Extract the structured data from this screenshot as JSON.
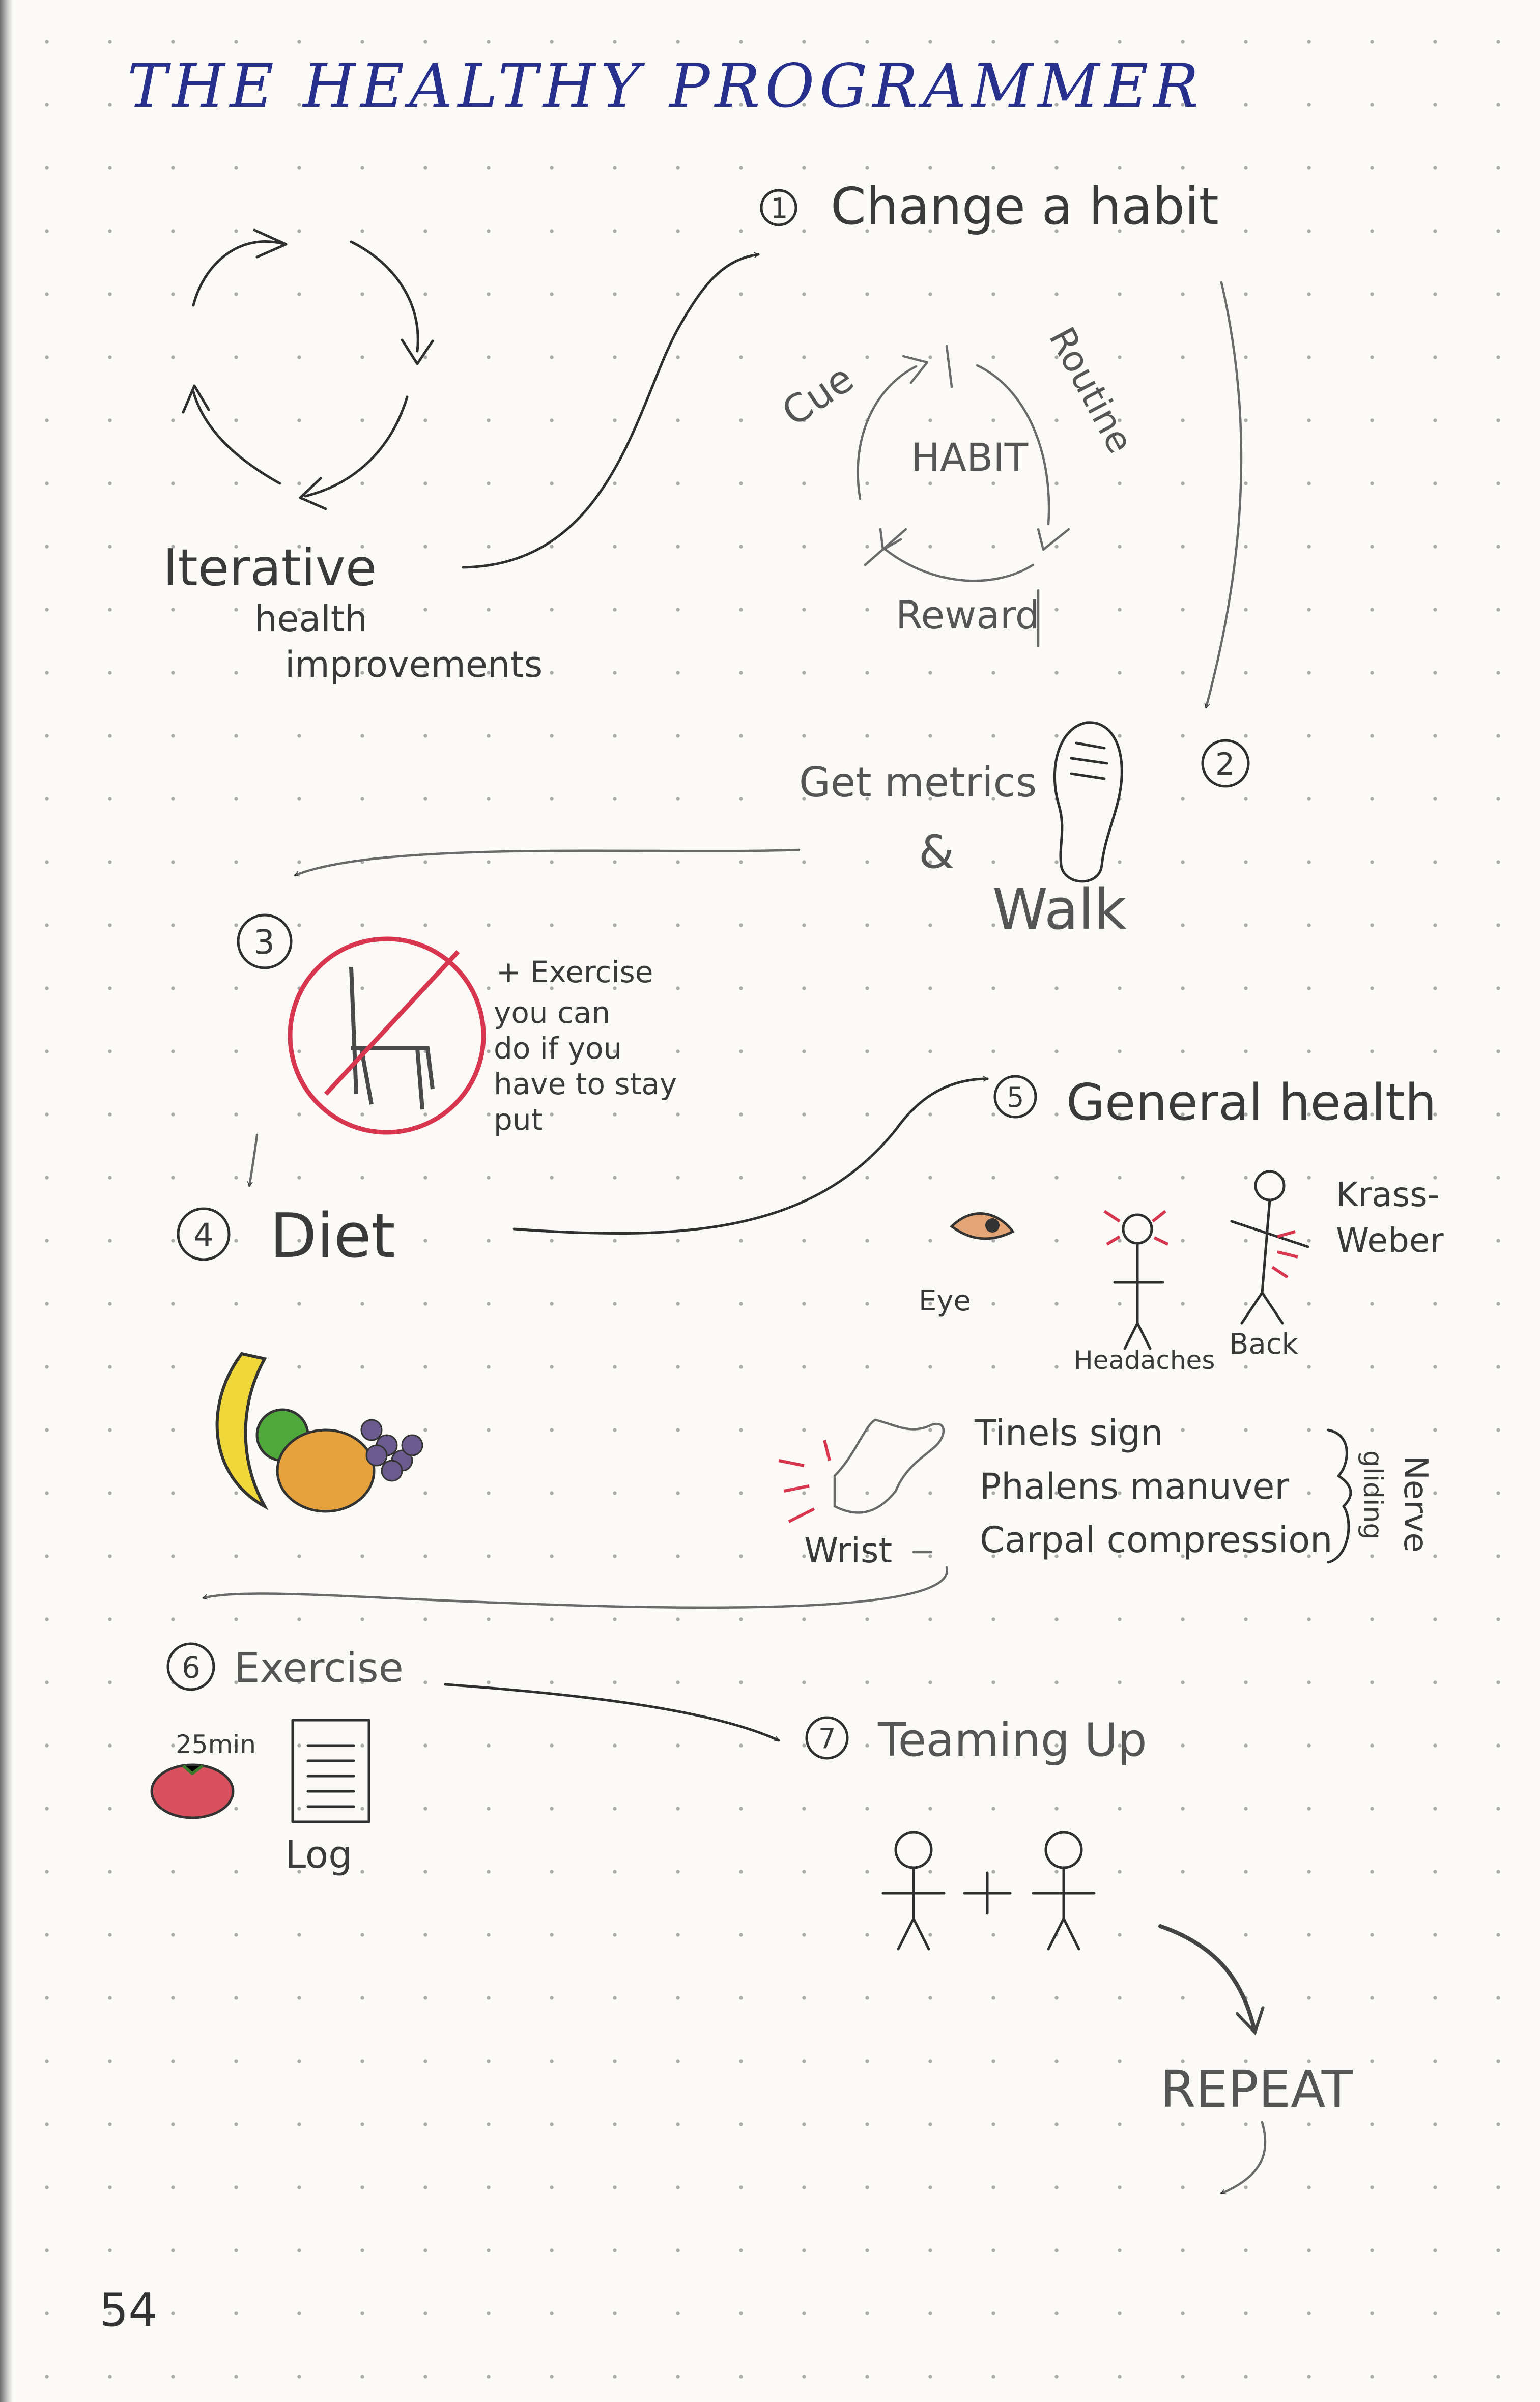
{
  "title": "THE HEALTHY PROGRAMMER",
  "page_number": "54",
  "loop": {
    "line1": "Iterative",
    "line2": "health",
    "line3": "improvements"
  },
  "steps": {
    "s1": {
      "number": "1",
      "label": "Change a habit"
    },
    "s2": {
      "number": "2"
    },
    "s3": {
      "number": "3"
    },
    "s4": {
      "number": "4",
      "label": "Diet"
    },
    "s5": {
      "number": "5",
      "label": "General health"
    },
    "s6": {
      "number": "6",
      "label": "Exercise"
    },
    "s7": {
      "number": "7",
      "label": "Teaming Up"
    }
  },
  "habit_loop": {
    "center": "HABIT",
    "cue": "Cue",
    "routine": "Routine",
    "reward": "Reward"
  },
  "walk": {
    "metrics_line1": "Get metrics",
    "metrics_line2": "&",
    "walk": "Walk"
  },
  "standing": {
    "line1": "+ Exercise",
    "line2": "you can",
    "line3": "do if you",
    "line4": "have to stay",
    "line5": "put"
  },
  "general_health": {
    "eye": "Eye",
    "headaches": "Headaches",
    "back": "Back",
    "krass": "Krass-",
    "weber": "Weber",
    "wrist": "Wrist",
    "tinels": "Tinels sign",
    "phalens": "Phalens manuver",
    "carpal": "Carpal compression",
    "nerve_line1": "Nerve",
    "nerve_line2": "gliding"
  },
  "exercise": {
    "timer": "25min",
    "log": "Log"
  },
  "repeat": "REPEAT",
  "colors": {
    "title_ink": "#27308c",
    "no_sign_red": "#d8364f",
    "banana_yellow": "#f0d73a",
    "apple_green": "#4fa83a",
    "orange": "#e6a23c",
    "grapes": "#6b5a8e",
    "tomato": "#d9505e"
  },
  "icons": [
    "loop-arrows-icon",
    "shoe-print-icon",
    "chair-icon",
    "no-sign-icon",
    "eye-icon",
    "stick-figure-icon",
    "hand-icon",
    "banana-icon",
    "apple-icon",
    "orange-icon",
    "grapes-icon",
    "tomato-timer-icon",
    "log-sheet-icon"
  ]
}
